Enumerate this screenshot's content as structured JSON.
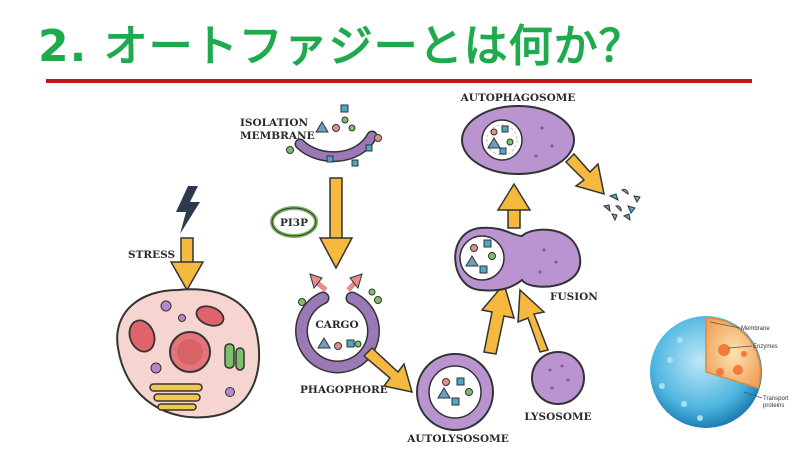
{
  "title": "2. オートファジーとは何か？",
  "colors": {
    "title": "#1faa4e",
    "rule": "#c4161c",
    "arrow": "#f4b93e",
    "membrane": "#8e6aa8",
    "membrane_fill": "#d9c7e6",
    "cell_fill": "#f6d4cf"
  },
  "labels": {
    "isolation_membrane_1": "ISOLATION",
    "isolation_membrane_2": "MEMBRANE",
    "pi3p": "PI3P",
    "stress": "STRESS",
    "cargo": "CARGO",
    "phagophore": "PHAGOPHORE",
    "autophagosome": "AUTOPHAGOSOME",
    "fusion": "FUSION",
    "lysosome": "LYSOSOME",
    "autolysosome": "AUTOLYSOSOME"
  },
  "lysosome_inset": {
    "membrane": "Membrane",
    "enzymes": "Enzymes",
    "transport_1": "Transport",
    "transport_2": "proteins"
  }
}
